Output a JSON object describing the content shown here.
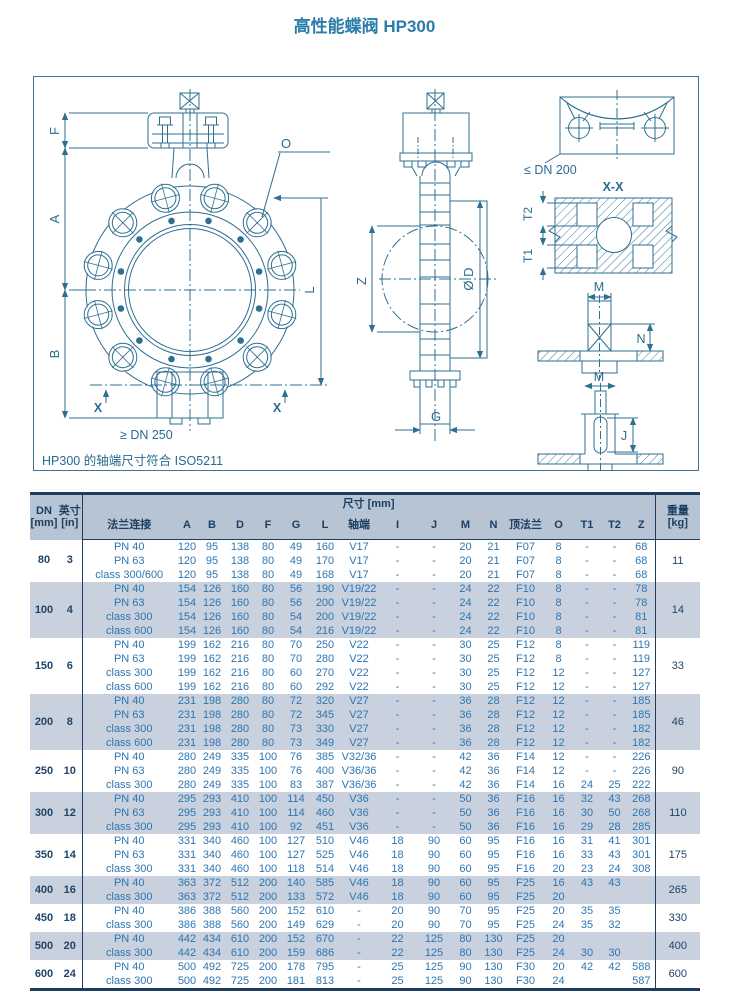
{
  "title": "高性能蝶阀 HP300",
  "drawing": {
    "labels": {
      "f": "F",
      "a": "A",
      "b": "B",
      "o": "O",
      "x_left": "X",
      "x_right": "X",
      "l": "L",
      "z": "Z",
      "od": "Ø D",
      "g": "G",
      "le_dn_200": "≤ DN 200",
      "section": "X-X",
      "t2": "T2",
      "t1": "T1",
      "m_upper": "M",
      "n": "N",
      "m_lower": "M",
      "j": "J",
      "ge_dn_250": "≥ DN 250",
      "iso_note": "HP300 的轴端尺寸符合 ISO5211"
    }
  },
  "table": {
    "dn_label": "DN",
    "dn_unit": "[mm]",
    "inch_label": "英寸",
    "inch_unit": "[in]",
    "size_group": "尺寸 [mm]",
    "weight_label": "重量",
    "weight_unit": "[kg]",
    "columns": [
      "法兰连接",
      "A",
      "B",
      "D",
      "F",
      "G",
      "L",
      "轴端",
      "I",
      "J",
      "M",
      "N",
      "顶法兰",
      "O",
      "T1",
      "T2",
      "Z"
    ],
    "groups": [
      {
        "dn": "80",
        "inch": "3",
        "weight": "11",
        "rows": [
          {
            "conn": "PN 40",
            "vals": [
              "120",
              "95",
              "138",
              "80",
              "49",
              "160",
              "V17",
              "-",
              "-",
              "20",
              "21",
              "F07",
              "8",
              "-",
              "-",
              "68"
            ]
          },
          {
            "conn": "PN 63",
            "vals": [
              "120",
              "95",
              "138",
              "80",
              "49",
              "170",
              "V17",
              "-",
              "-",
              "20",
              "21",
              "F07",
              "8",
              "-",
              "-",
              "68"
            ]
          },
          {
            "conn": "class 300/600",
            "vals": [
              "120",
              "95",
              "138",
              "80",
              "49",
              "168",
              "V17",
              "-",
              "-",
              "20",
              "21",
              "F07",
              "8",
              "-",
              "-",
              "68"
            ]
          }
        ]
      },
      {
        "dn": "100",
        "inch": "4",
        "weight": "14",
        "rows": [
          {
            "conn": "PN 40",
            "vals": [
              "154",
              "126",
              "160",
              "80",
              "56",
              "190",
              "V19/22",
              "-",
              "-",
              "24",
              "22",
              "F10",
              "8",
              "-",
              "-",
              "78"
            ]
          },
          {
            "conn": "PN 63",
            "vals": [
              "154",
              "126",
              "160",
              "80",
              "56",
              "200",
              "V19/22",
              "-",
              "-",
              "24",
              "22",
              "F10",
              "8",
              "-",
              "-",
              "78"
            ]
          },
          {
            "conn": "class 300",
            "vals": [
              "154",
              "126",
              "160",
              "80",
              "54",
              "200",
              "V19/22",
              "-",
              "-",
              "24",
              "22",
              "F10",
              "8",
              "-",
              "-",
              "81"
            ]
          },
          {
            "conn": "class 600",
            "vals": [
              "154",
              "126",
              "160",
              "80",
              "54",
              "216",
              "V19/22",
              "-",
              "-",
              "24",
              "22",
              "F10",
              "8",
              "-",
              "-",
              "81"
            ]
          }
        ]
      },
      {
        "dn": "150",
        "inch": "6",
        "weight": "33",
        "rows": [
          {
            "conn": "PN 40",
            "vals": [
              "199",
              "162",
              "216",
              "80",
              "70",
              "250",
              "V22",
              "-",
              "-",
              "30",
              "25",
              "F12",
              "8",
              "-",
              "-",
              "119"
            ]
          },
          {
            "conn": "PN 63",
            "vals": [
              "199",
              "162",
              "216",
              "80",
              "70",
              "280",
              "V22",
              "-",
              "-",
              "30",
              "25",
              "F12",
              "8",
              "-",
              "-",
              "119"
            ]
          },
          {
            "conn": "class 300",
            "vals": [
              "199",
              "162",
              "216",
              "80",
              "60",
              "270",
              "V22",
              "-",
              "-",
              "30",
              "25",
              "F12",
              "12",
              "-",
              "-",
              "127"
            ]
          },
          {
            "conn": "class 600",
            "vals": [
              "199",
              "162",
              "216",
              "80",
              "60",
              "292",
              "V22",
              "-",
              "-",
              "30",
              "25",
              "F12",
              "12",
              "-",
              "-",
              "127"
            ]
          }
        ]
      },
      {
        "dn": "200",
        "inch": "8",
        "weight": "46",
        "rows": [
          {
            "conn": "PN 40",
            "vals": [
              "231",
              "198",
              "280",
              "80",
              "72",
              "320",
              "V27",
              "-",
              "-",
              "36",
              "28",
              "F12",
              "12",
              "-",
              "-",
              "185"
            ]
          },
          {
            "conn": "PN 63",
            "vals": [
              "231",
              "198",
              "280",
              "80",
              "72",
              "345",
              "V27",
              "-",
              "-",
              "36",
              "28",
              "F12",
              "12",
              "-",
              "-",
              "185"
            ]
          },
          {
            "conn": "class 300",
            "vals": [
              "231",
              "198",
              "280",
              "80",
              "73",
              "330",
              "V27",
              "-",
              "-",
              "36",
              "28",
              "F12",
              "12",
              "-",
              "-",
              "182"
            ]
          },
          {
            "conn": "class 600",
            "vals": [
              "231",
              "198",
              "280",
              "80",
              "73",
              "349",
              "V27",
              "-",
              "-",
              "36",
              "28",
              "F12",
              "12",
              "-",
              "-",
              "182"
            ]
          }
        ]
      },
      {
        "dn": "250",
        "inch": "10",
        "weight": "90",
        "rows": [
          {
            "conn": "PN 40",
            "vals": [
              "280",
              "249",
              "335",
              "100",
              "76",
              "385",
              "V32/36",
              "-",
              "-",
              "42",
              "36",
              "F14",
              "12",
              "-",
              "-",
              "226"
            ]
          },
          {
            "conn": "PN 63",
            "vals": [
              "280",
              "249",
              "335",
              "100",
              "76",
              "400",
              "V36/36",
              "-",
              "-",
              "42",
              "36",
              "F14",
              "12",
              "-",
              "-",
              "226"
            ]
          },
          {
            "conn": "class 300",
            "vals": [
              "280",
              "249",
              "335",
              "100",
              "83",
              "387",
              "V36/36",
              "-",
              "-",
              "42",
              "36",
              "F14",
              "16",
              "24",
              "25",
              "222"
            ]
          }
        ]
      },
      {
        "dn": "300",
        "inch": "12",
        "weight": "110",
        "rows": [
          {
            "conn": "PN 40",
            "vals": [
              "295",
              "293",
              "410",
              "100",
              "114",
              "450",
              "V36",
              "-",
              "-",
              "50",
              "36",
              "F16",
              "16",
              "32",
              "43",
              "268"
            ]
          },
          {
            "conn": "PN 63",
            "vals": [
              "295",
              "293",
              "410",
              "100",
              "114",
              "460",
              "V36",
              "-",
              "-",
              "50",
              "36",
              "F16",
              "16",
              "30",
              "50",
              "268"
            ]
          },
          {
            "conn": "class 300",
            "vals": [
              "295",
              "293",
              "410",
              "100",
              "92",
              "451",
              "V36",
              "-",
              "-",
              "50",
              "36",
              "F16",
              "16",
              "29",
              "28",
              "285"
            ]
          }
        ]
      },
      {
        "dn": "350",
        "inch": "14",
        "weight": "175",
        "rows": [
          {
            "conn": "PN 40",
            "vals": [
              "331",
              "340",
              "460",
              "100",
              "127",
              "510",
              "V46",
              "18",
              "90",
              "60",
              "95",
              "F16",
              "16",
              "31",
              "41",
              "301"
            ]
          },
          {
            "conn": "PN 63",
            "vals": [
              "331",
              "340",
              "460",
              "100",
              "127",
              "525",
              "V46",
              "18",
              "90",
              "60",
              "95",
              "F16",
              "16",
              "33",
              "43",
              "301"
            ]
          },
          {
            "conn": "class 300",
            "vals": [
              "331",
              "340",
              "460",
              "100",
              "118",
              "514",
              "V46",
              "18",
              "90",
              "60",
              "95",
              "F16",
              "20",
              "23",
              "24",
              "308"
            ]
          }
        ]
      },
      {
        "dn": "400",
        "inch": "16",
        "weight": "265",
        "rows": [
          {
            "conn": "PN 40",
            "vals": [
              "363",
              "372",
              "512",
              "200",
              "140",
              "585",
              "V46",
              "18",
              "90",
              "60",
              "95",
              "F25",
              "16",
              "43",
              "43",
              ""
            ]
          },
          {
            "conn": "class 300",
            "vals": [
              "363",
              "372",
              "512",
              "200",
              "133",
              "572",
              "V46",
              "18",
              "90",
              "60",
              "95",
              "F25",
              "20",
              "",
              "",
              ""
            ]
          }
        ]
      },
      {
        "dn": "450",
        "inch": "18",
        "weight": "330",
        "rows": [
          {
            "conn": "PN 40",
            "vals": [
              "386",
              "388",
              "560",
              "200",
              "152",
              "610",
              "-",
              "20",
              "90",
              "70",
              "95",
              "F25",
              "20",
              "35",
              "35",
              ""
            ]
          },
          {
            "conn": "class 300",
            "vals": [
              "386",
              "388",
              "560",
              "200",
              "149",
              "629",
              "-",
              "20",
              "90",
              "70",
              "95",
              "F25",
              "24",
              "35",
              "32",
              ""
            ]
          }
        ]
      },
      {
        "dn": "500",
        "inch": "20",
        "weight": "400",
        "rows": [
          {
            "conn": "PN 40",
            "vals": [
              "442",
              "434",
              "610",
              "200",
              "152",
              "670",
              "-",
              "22",
              "125",
              "80",
              "130",
              "F25",
              "20",
              "",
              "",
              ""
            ]
          },
          {
            "conn": "class 300",
            "vals": [
              "442",
              "434",
              "610",
              "200",
              "159",
              "686",
              "-",
              "22",
              "125",
              "80",
              "130",
              "F25",
              "24",
              "30",
              "30",
              ""
            ]
          }
        ]
      },
      {
        "dn": "600",
        "inch": "24",
        "weight": "600",
        "rows": [
          {
            "conn": "PN 40",
            "vals": [
              "500",
              "492",
              "725",
              "200",
              "178",
              "795",
              "-",
              "25",
              "125",
              "90",
              "130",
              "F30",
              "20",
              "42",
              "42",
              "588"
            ]
          },
          {
            "conn": "class 300",
            "vals": [
              "500",
              "492",
              "725",
              "200",
              "181",
              "813",
              "-",
              "25",
              "125",
              "90",
              "130",
              "F30",
              "24",
              "",
              "",
              "587"
            ]
          }
        ]
      }
    ]
  }
}
